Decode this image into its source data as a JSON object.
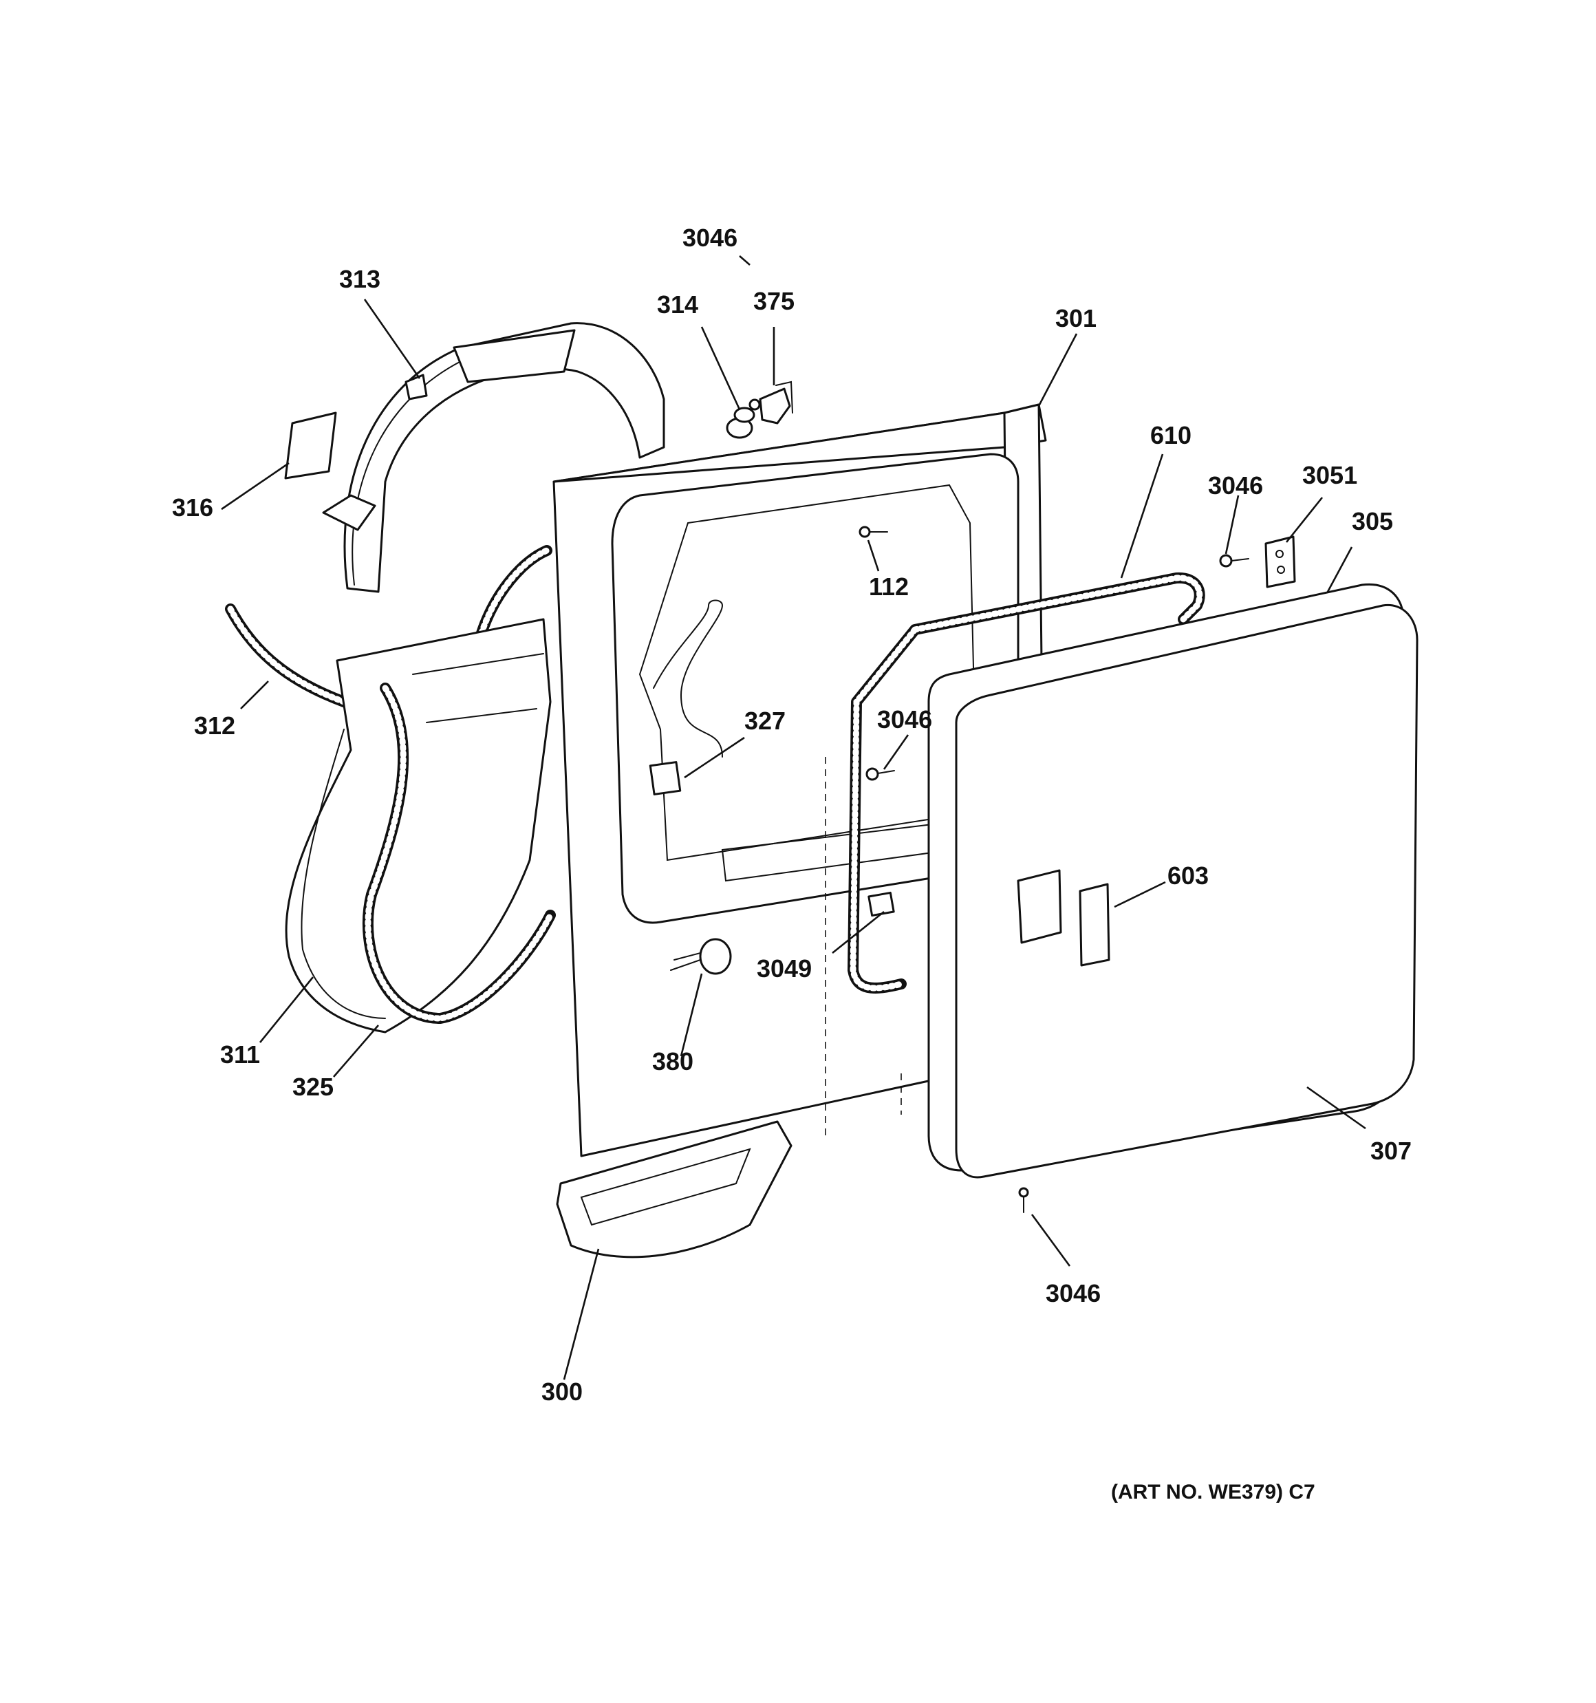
{
  "diagram": {
    "parts": [
      {
        "id": "p313",
        "label": "313"
      },
      {
        "id": "p3046a",
        "label": "3046"
      },
      {
        "id": "p314",
        "label": "314"
      },
      {
        "id": "p375",
        "label": "375"
      },
      {
        "id": "p301",
        "label": "301"
      },
      {
        "id": "p610",
        "label": "610"
      },
      {
        "id": "p3046b",
        "label": "3046"
      },
      {
        "id": "p3051",
        "label": "3051"
      },
      {
        "id": "p305",
        "label": "305"
      },
      {
        "id": "p316",
        "label": "316"
      },
      {
        "id": "p112",
        "label": "112"
      },
      {
        "id": "p312",
        "label": "312"
      },
      {
        "id": "p327",
        "label": "327"
      },
      {
        "id": "p3046c",
        "label": "3046"
      },
      {
        "id": "p603",
        "label": "603"
      },
      {
        "id": "p3049",
        "label": "3049"
      },
      {
        "id": "p311",
        "label": "311"
      },
      {
        "id": "p325",
        "label": "325"
      },
      {
        "id": "p380",
        "label": "380"
      },
      {
        "id": "p307",
        "label": "307"
      },
      {
        "id": "p3046d",
        "label": "3046"
      },
      {
        "id": "p300",
        "label": "300"
      }
    ],
    "art_number": "(ART NO. WE379) C7"
  }
}
